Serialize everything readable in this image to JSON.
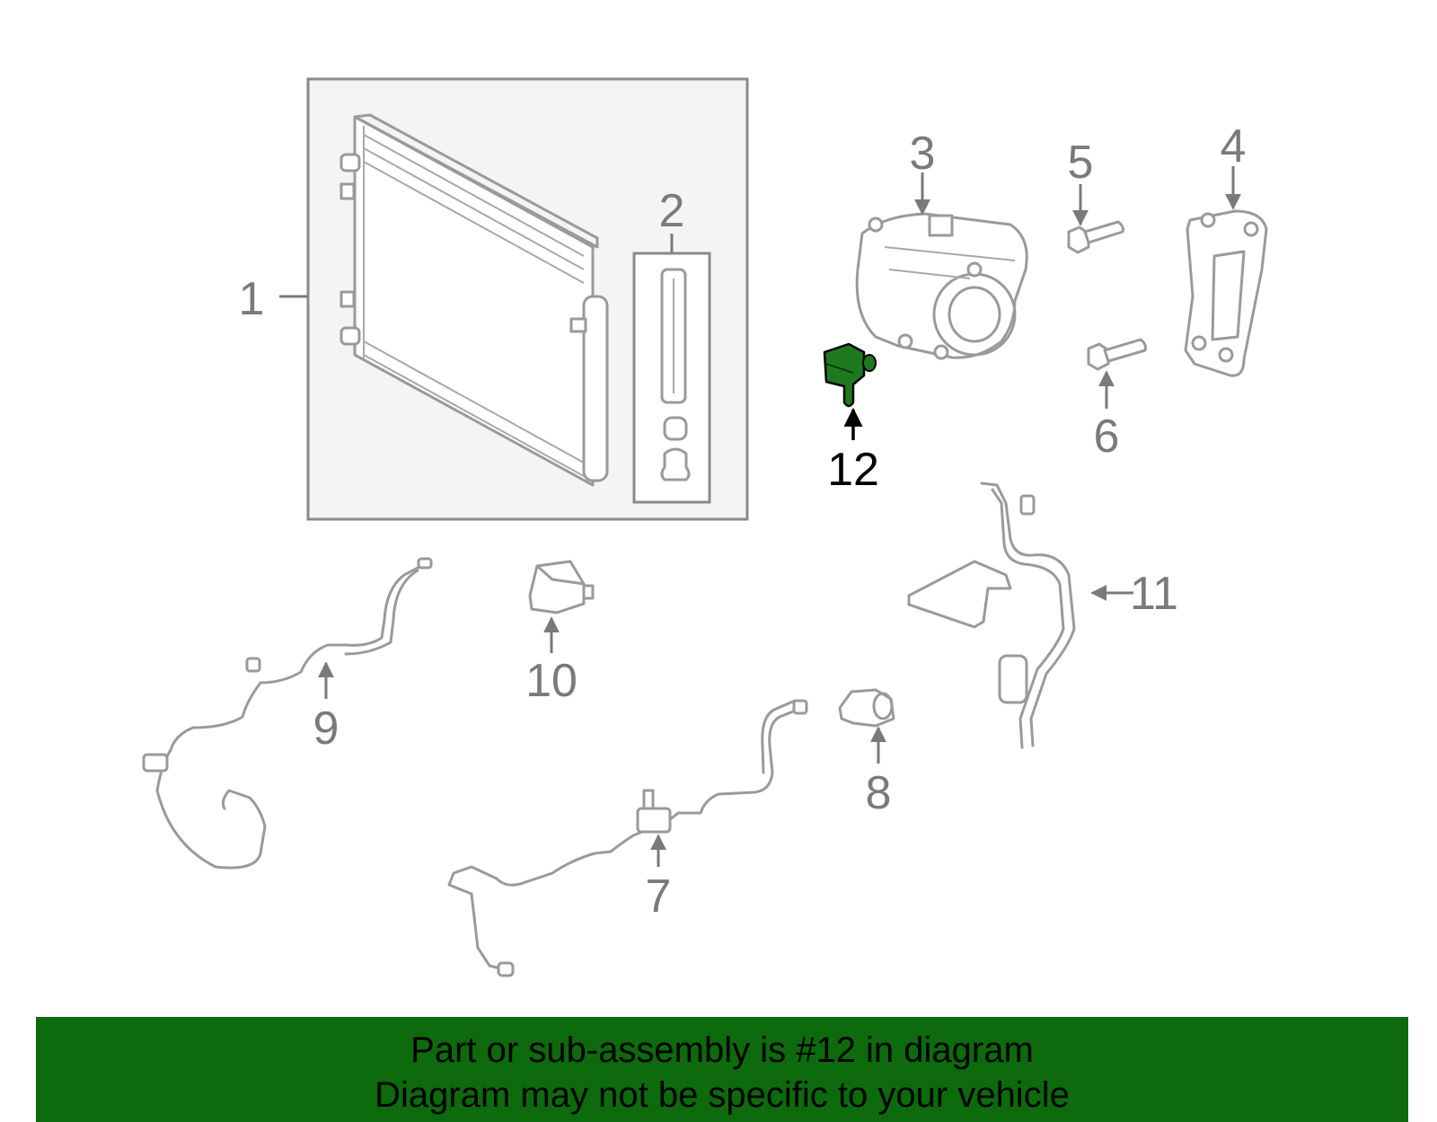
{
  "callouts": {
    "c1": "1",
    "c2": "2",
    "c3": "3",
    "c4": "4",
    "c5": "5",
    "c6": "6",
    "c7": "7",
    "c8": "8",
    "c9": "9",
    "c10": "10",
    "c11": "11",
    "c12": "12"
  },
  "highlight": {
    "part": "12",
    "color": "#1f7a1f"
  },
  "banner": {
    "line1": "Part or sub-assembly is #12 in diagram",
    "line2": "Diagram may not be specific to your vehicle",
    "color": "#0d6a0d"
  }
}
